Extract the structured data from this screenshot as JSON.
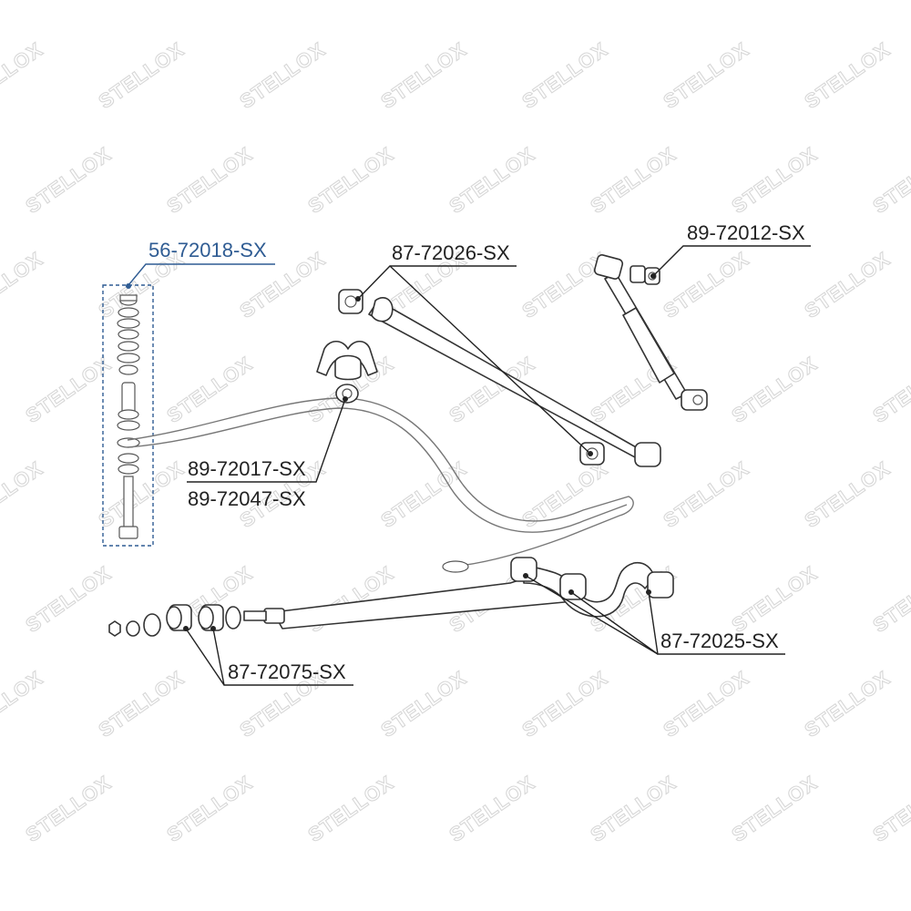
{
  "watermark": "STELLOX",
  "parts": [
    {
      "id": "56-72018-SX",
      "label": "56-72018-SX",
      "highlighted": true
    },
    {
      "id": "87-72026-SX",
      "label": "87-72026-SX"
    },
    {
      "id": "89-72012-SX",
      "label": "89-72012-SX"
    },
    {
      "id": "89-72017-SX",
      "label": "89-72017-SX"
    },
    {
      "id": "89-72047-SX",
      "label": "89-72047-SX"
    },
    {
      "id": "87-72025-SX",
      "label": "87-72025-SX"
    },
    {
      "id": "87-72075-SX",
      "label": "87-72075-SX"
    }
  ],
  "colors": {
    "highlight": "#2f5c93",
    "line": "#222222",
    "watermark": "#d7d7d7"
  }
}
